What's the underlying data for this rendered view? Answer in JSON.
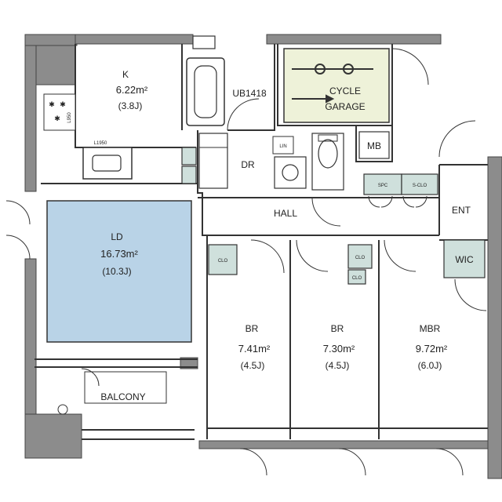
{
  "rooms": {
    "kitchen": {
      "name": "K",
      "area": "6.22m²",
      "jo": "(3.8J)"
    },
    "ld": {
      "name": "LD",
      "area": "16.73m²",
      "jo": "(10.3J)"
    },
    "br1": {
      "name": "BR",
      "area": "7.41m²",
      "jo": "(4.5J)"
    },
    "br2": {
      "name": "BR",
      "area": "7.30m²",
      "jo": "(4.5J)"
    },
    "mbr": {
      "name": "MBR",
      "area": "9.72m²",
      "jo": "(6.0J)"
    },
    "ub": {
      "name": "UB1418"
    },
    "dr": {
      "name": "DR"
    },
    "hall": {
      "name": "HALL"
    },
    "ent": {
      "name": "ENT"
    },
    "wic": {
      "name": "WIC"
    },
    "mb": {
      "name": "MB"
    },
    "balcony": {
      "name": "BALCONY"
    },
    "cycle_garage": {
      "line1": "CYCLE",
      "line2": "GARAGE"
    }
  },
  "fixtures": {
    "kitchen_counter": "L1950",
    "kitchen_side": "L950",
    "clo": "CLO",
    "lin": "LIN",
    "spc": "SPC",
    "shoe": "S-CLO"
  },
  "colors": {
    "wall": "#8c8c8c",
    "line": "#333333",
    "ld_fill": "#b9d3e7",
    "closet_fill": "#cfe0dc",
    "garage_fill": "#eef2d9"
  }
}
